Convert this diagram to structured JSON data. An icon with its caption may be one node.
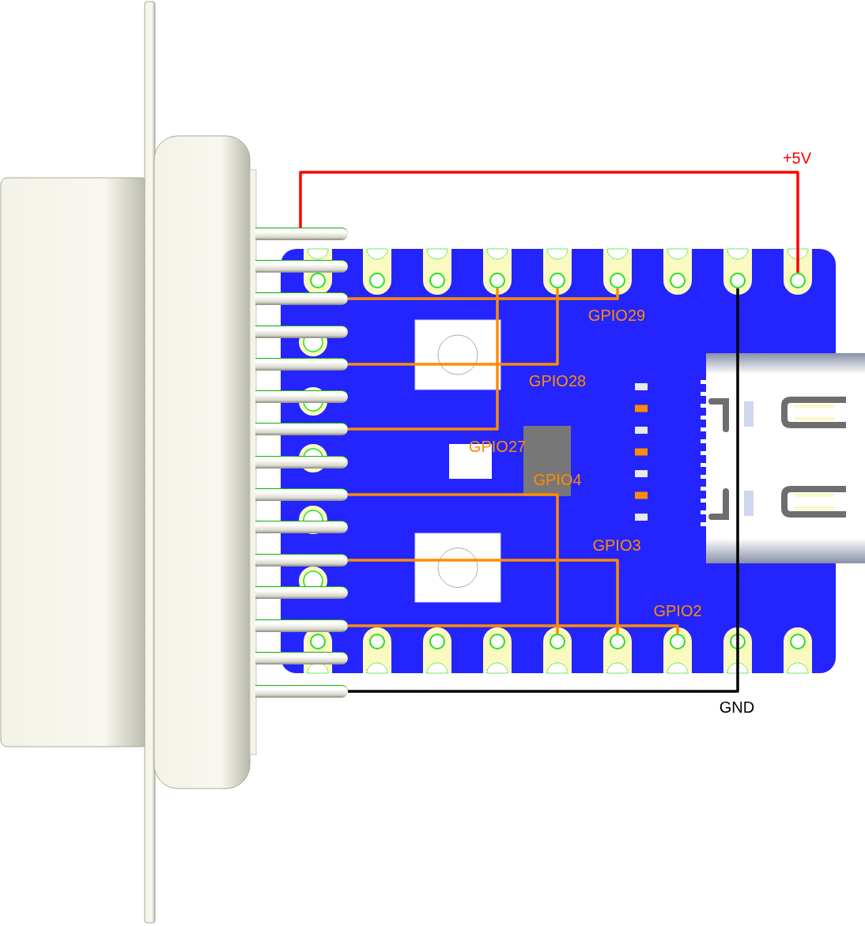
{
  "diagram": {
    "nodes": [
      {
        "text": [],
        "shape": "bar"
      },
      {
        "text": [],
        "shape": "bar"
      },
      {
        "text": [],
        "shape": "bar"
      },
      {
        "text": [],
        "shape": "bar"
      },
      {
        "text": [],
        "shape": "bar"
      },
      {
        "text": [],
        "shape": "bar"
      },
      {
        "text": [],
        "shape": "bar"
      },
      {
        "text": [],
        "shape": "bar"
      },
      {
        "text": [],
        "shape": "bar"
      },
      {
        "text": [],
        "shape": "bar"
      },
      {
        "text": [],
        "shape": "bar"
      },
      {
        "text": [],
        "shape": "bar"
      },
      {
        "text": [],
        "shape": "bar"
      },
      {
        "text": [],
        "shape": "bar"
      },
      {
        "text": [],
        "shape": "bar"
      },
      {
        "text": [],
        "shape": "circle"
      },
      {
        "text": [],
        "shape": "circle"
      },
      {
        "text": [],
        "shape": "circle"
      },
      {
        "text": [],
        "shape": "circle"
      },
      {
        "text": [],
        "shape": "circle"
      },
      {
        "text": [],
        "shape": "circle"
      },
      {
        "text": [],
        "shape": "circle"
      },
      {
        "text": [],
        "shape": "circle"
      }
    ],
    "edges": [
      {
        "from": 0,
        "to": 19,
        "arrow": "none",
        "label": "+5V",
        "color": "#ff0000"
      },
      {
        "from": 2,
        "to": 17,
        "arrow": "none",
        "label": "GPIO29"
      },
      {
        "from": 4,
        "to": 16,
        "arrow": "none",
        "label": "GPIO28"
      },
      {
        "from": 6,
        "to": 15,
        "arrow": "none",
        "label": "GPIO27"
      },
      {
        "from": 8,
        "to": 20,
        "arrow": "none",
        "label": "GPIO4"
      },
      {
        "from": 10,
        "to": 21,
        "arrow": "none",
        "label": "GPIO3"
      },
      {
        "from": 12,
        "to": 22,
        "arrow": "none",
        "label": "GPIO2"
      },
      {
        "from": 14,
        "to": 18,
        "arrow": "none",
        "label": "GND",
        "color": "#000000"
      }
    ]
  }
}
